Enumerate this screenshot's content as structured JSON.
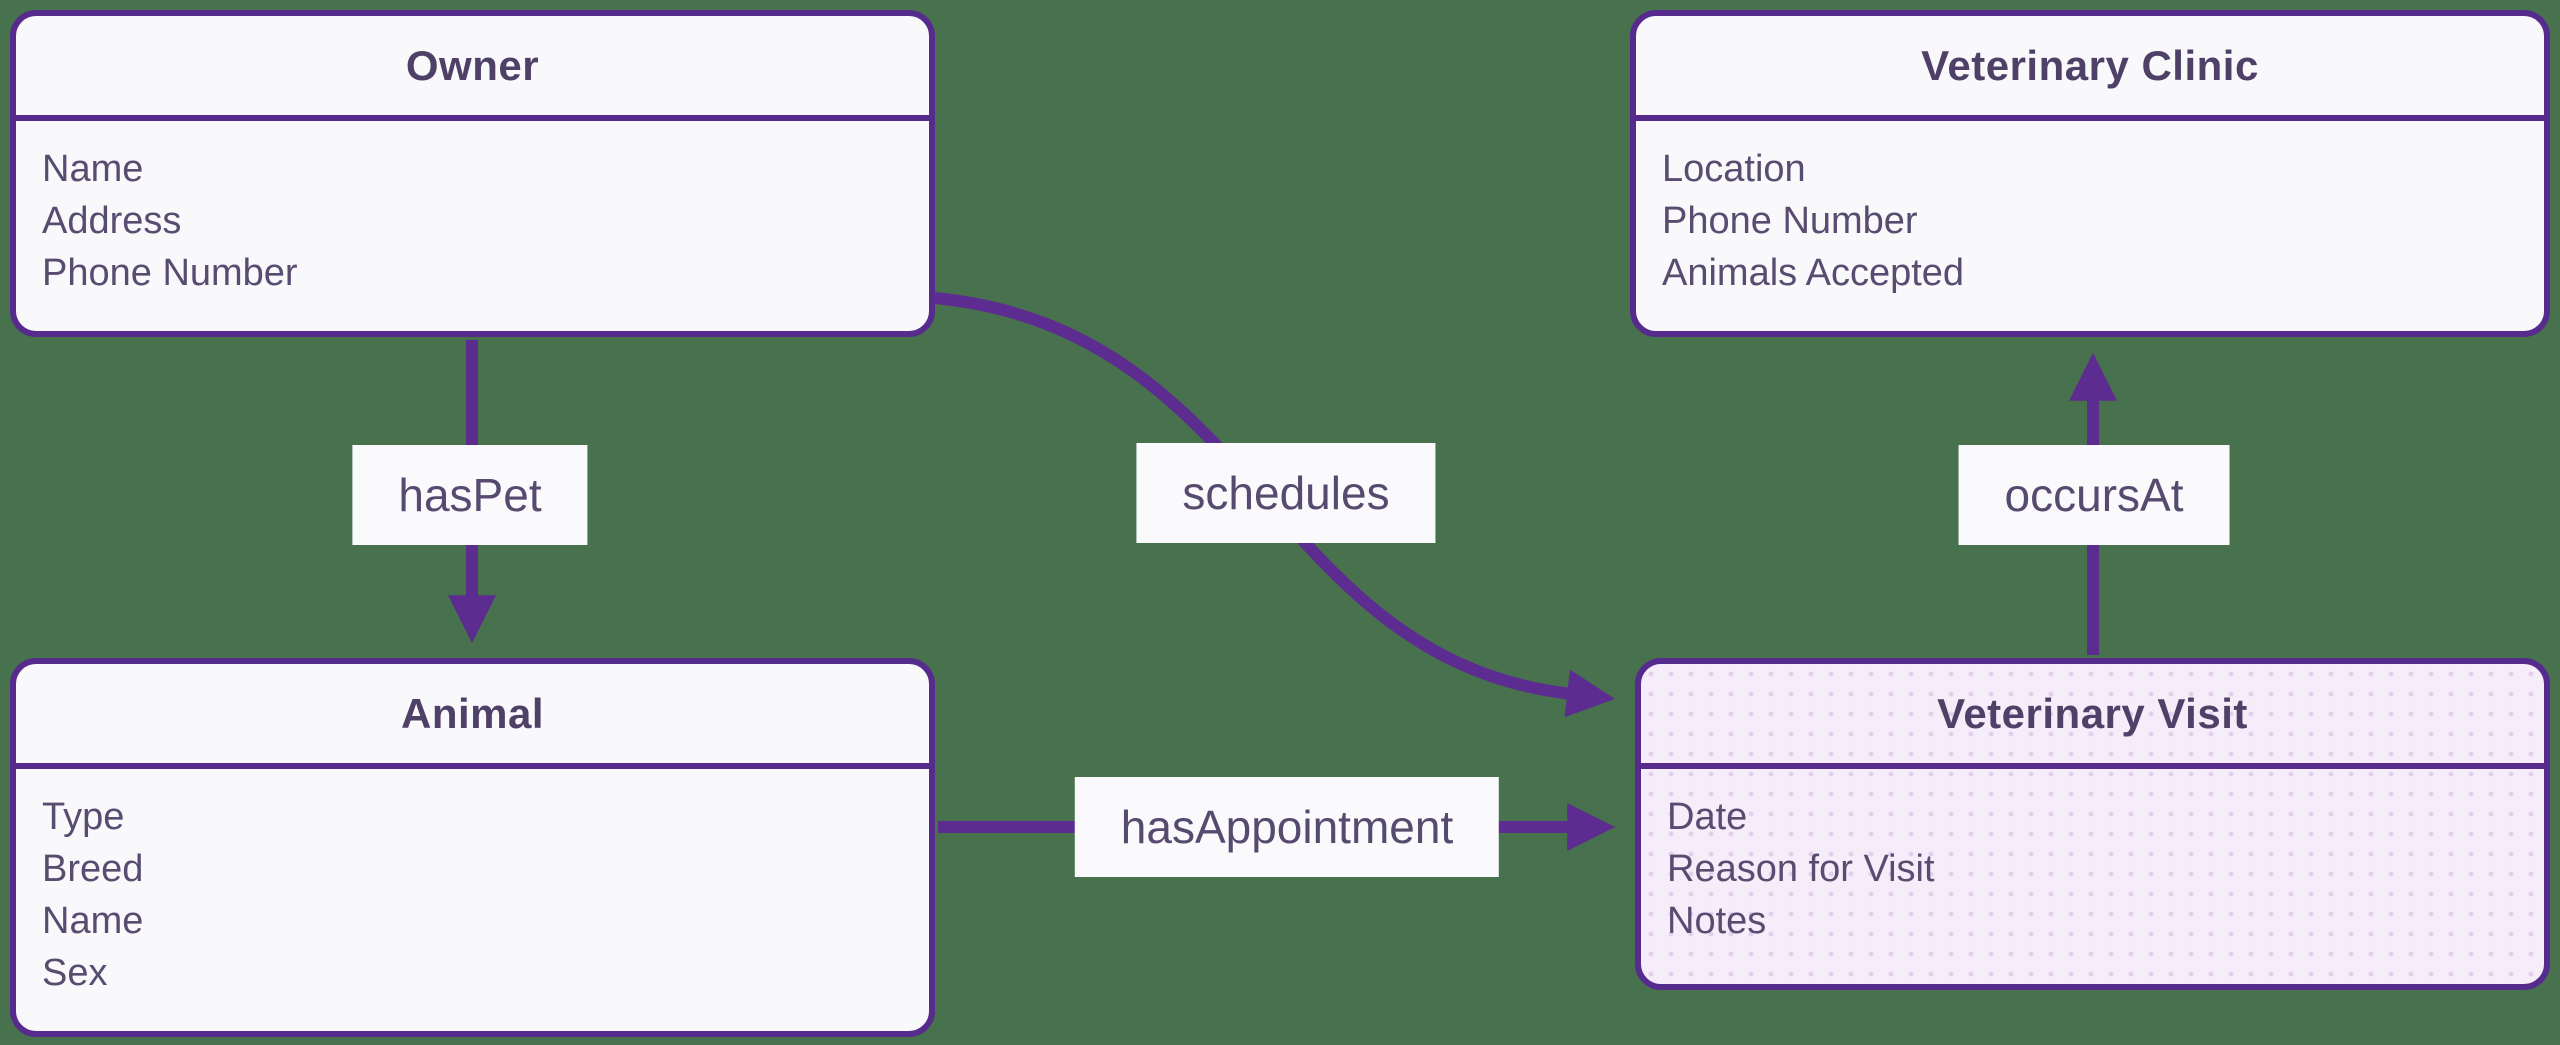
{
  "diagram": {
    "type": "entity-relationship",
    "colors": {
      "background": "#48714E",
      "entity_fill": "#F9F9FC",
      "entity_fill_highlighted": "#F5EDFA",
      "border_purple": "#572B8D",
      "connector_purple": "#5C2C90",
      "title_text": "#4E4066",
      "attribute_text": "#584C70",
      "label_background": "#FAFAFD"
    },
    "entities": {
      "owner": {
        "title": "Owner",
        "attributes": [
          "Name",
          "Address",
          "Phone Number"
        ]
      },
      "veterinary_clinic": {
        "title": "Veterinary Clinic",
        "attributes": [
          "Location",
          "Phone Number",
          "Animals Accepted"
        ]
      },
      "animal": {
        "title": "Animal",
        "attributes": [
          "Type",
          "Breed",
          "Name",
          "Sex"
        ]
      },
      "veterinary_visit": {
        "title": "Veterinary Visit",
        "attributes": [
          "Date",
          "Reason for Visit",
          "Notes"
        ],
        "highlighted": true
      }
    },
    "relationships": {
      "has_pet": {
        "label": "hasPet",
        "from": "Owner",
        "to": "Animal",
        "arrow": "down"
      },
      "schedules": {
        "label": "schedules",
        "from": "Owner",
        "to": "Veterinary Visit",
        "arrow": "curved-right"
      },
      "occurs_at": {
        "label": "occursAt",
        "from": "Veterinary Visit",
        "to": "Veterinary Clinic",
        "arrow": "up"
      },
      "has_appointment": {
        "label": "hasAppointment",
        "from": "Animal",
        "to": "Veterinary Visit",
        "arrow": "right"
      }
    }
  }
}
